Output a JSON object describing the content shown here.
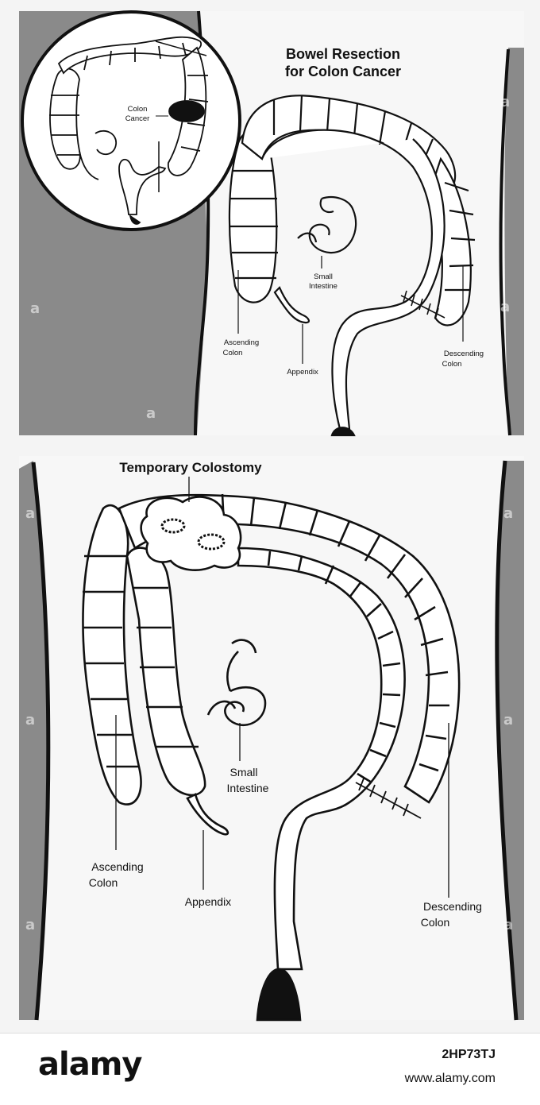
{
  "panel_top": {
    "title_line1": "Bowel Resection",
    "title_line2": "for Colon Cancer",
    "inset_label_line1": "Colon",
    "inset_label_line2": "Cancer",
    "labels": {
      "small_intestine_1": "Small",
      "small_intestine_2": "Intestine",
      "ascending_1": "Ascending",
      "ascending_2": "Colon",
      "appendix": "Appendix",
      "descending_1": "Descending",
      "descending_2": "Colon"
    }
  },
  "panel_bottom": {
    "title": "Temporary Colostomy",
    "labels": {
      "small_intestine_1": "Small",
      "small_intestine_2": "Intestine",
      "ascending_1": "Ascending",
      "ascending_2": "Colon",
      "appendix": "Appendix",
      "descending_1": "Descending",
      "descending_2": "Colon"
    }
  },
  "watermark": {
    "text": "a"
  },
  "footer": {
    "logo": "alamy",
    "image_code": "2HP73TJ",
    "site": "www.alamy.com"
  },
  "colors": {
    "body_shade": "#8a8a8a",
    "outline": "#111111",
    "background": "#f4f4f4"
  }
}
